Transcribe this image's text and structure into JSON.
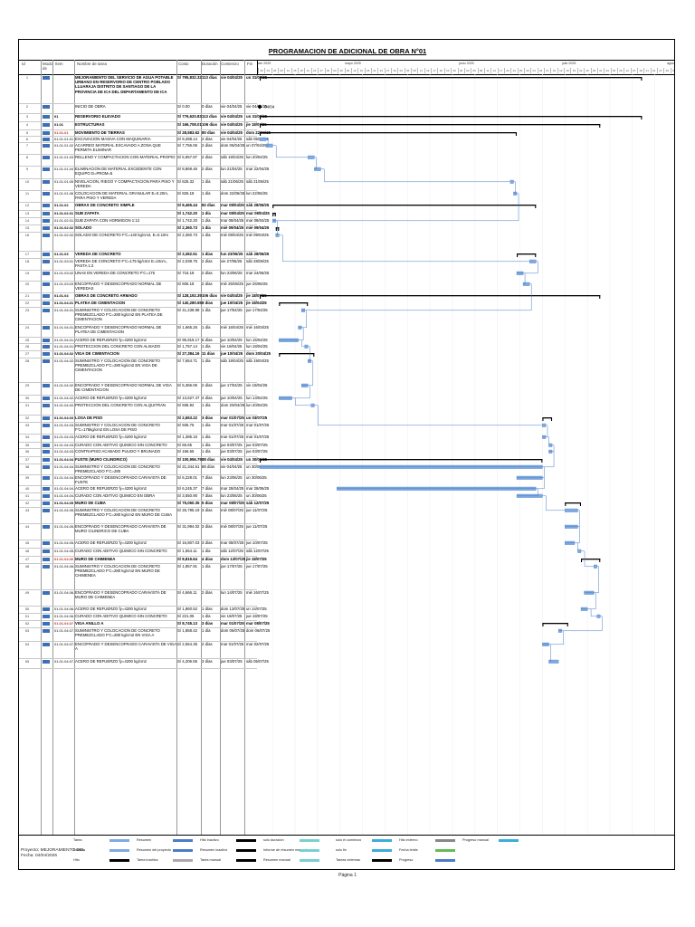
{
  "title": "PROGRAMACION DE ADICIONAL DE OBRA N°01",
  "headers": {
    "id": "Id",
    "modo": "Modo de",
    "edt": "Item",
    "nombre": "Nombre de tarea",
    "costo": "Costo",
    "duracion": "Duración",
    "comienzo": "Comienzo",
    "fin": "Fin"
  },
  "periods": [
    {
      "label": "abr 2025"
    },
    {
      "label": "mayo 2025"
    },
    {
      "label": "junio 2025"
    },
    {
      "label": "julio 2025"
    },
    {
      "label": "agosto"
    }
  ],
  "day_ticks": [
    "30",
    "03",
    "06",
    "09",
    "12",
    "15",
    "18",
    "21",
    "24",
    "27",
    "30",
    "03",
    "06",
    "09",
    "12",
    "15",
    "18",
    "21",
    "24",
    "27",
    "30",
    "02",
    "05",
    "08",
    "11",
    "14",
    "17",
    "20",
    "23",
    "26",
    "29",
    "02",
    "05",
    "08",
    "11",
    "14",
    "17",
    "20",
    "23",
    "26",
    "29",
    "01",
    "04",
    "07",
    "10",
    "13",
    "16",
    "19",
    "22",
    "25",
    "28",
    "31",
    "03",
    "06",
    "09",
    "12",
    "15",
    "18",
    "21",
    "24",
    "27",
    "30",
    "02"
  ],
  "rows": [
    {
      "id": "1",
      "edt": "",
      "name": "MEJORAMIENTO DEL SERVICIO DE AGUA POTABLE URBANO EN RESERVORIO DE CENTRO POBLADO LLUARAJA DISTRITO DE SANTIAGO DE LA PROVINCIA DE ICA DEL DEPARTAMENTO DE ICA",
      "cost": "S/ 795,832.32",
      "dur": "113 días",
      "start": "vie 04/04/25",
      "end": "un 31/07/25",
      "bold": true,
      "h": 32
    },
    {
      "id": "2",
      "edt": "",
      "name": "INICIO DE OBRA",
      "cost": "S/ 0.00",
      "dur": "0 días",
      "start": "vie 04/04/25",
      "end": "vie 04/04/25",
      "bold": false,
      "h": 11
    },
    {
      "id": "3",
      "edt": "01",
      "name": "RESERVORIO ELEVADO",
      "cost": "S/ 776,620.83",
      "dur": "113 días",
      "start": "vie 04/04/25",
      "end": "un 31/07/25",
      "bold": true,
      "h": 9
    },
    {
      "id": "4",
      "edt": "01.01",
      "name": "ESTRUCTURAS",
      "cost": "S/ 166,708.01",
      "dur": "106 días",
      "start": "vie 04/04/25",
      "end": "jie 18/07/25",
      "bold": true,
      "h": 9
    },
    {
      "id": "5",
      "edt": "01.01.01",
      "name": "MOVIMIENTO DE TIERRAS",
      "cost": "S/ 28,583.62",
      "dur": "80 días",
      "start": "vie 04/04/25",
      "end": "dom 22/06/25",
      "bold": true,
      "h": 7
    },
    {
      "id": "6",
      "edt": "01.01.01.01",
      "name": "EXCAVACION MASIVA CON MAQUINARIA",
      "cost": "S/ 9,288.14",
      "dur": "2 días",
      "start": "vie 04/04/25",
      "end": "sáb 05/04/25",
      "bold": false,
      "h": 7
    },
    {
      "id": "7",
      "edt": "01.01.01.02",
      "name": "ACARREO MATERIAL EXCAVADO A ZONA QUE PERMITA ELIMINAR",
      "cost": "S/ 7,756.06",
      "dur": "2 días",
      "start": "dom 06/04/25",
      "end": "un 07/04/25",
      "bold": false,
      "h": 13
    },
    {
      "id": "8",
      "edt": "01.01.01.03",
      "name": "RELLENO Y COMPACTACION CON MATERIAL PROPIO",
      "cost": "S/ 5,957.87",
      "dur": "2 días",
      "start": "sáb 19/04/25",
      "end": "lun 20/04/25",
      "bold": false,
      "h": 13
    },
    {
      "id": "9",
      "edt": "01.01.01.04",
      "name": "ELIMINACION DE MATERIAL EXCEDENTE CON EQUIPO D=PROM=5",
      "cost": "S/ 8,869.46",
      "dur": "2 días",
      "start": "lun 21/04/25",
      "end": "mar 22/04/25",
      "bold": false,
      "h": 14
    },
    {
      "id": "10",
      "edt": "01.01.01.05",
      "name": "NIVELACION, RIEGO Y COMPACTACION PARA PISO Y VEREDA",
      "cost": "S/ 625.32",
      "dur": "1 día",
      "start": "sáb 21/06/25",
      "end": "sáb 21/06/25",
      "bold": false,
      "h": 13
    },
    {
      "id": "11",
      "edt": "01.01.01.06",
      "name": "COLOCACION DE MATERIAL GRANULAR E=0.20m, PARA PISO Y VEREDA",
      "cost": "S/ 826.18",
      "dur": "1 día",
      "start": "dom 22/06/25",
      "end": "lun 22/06/25",
      "bold": false,
      "h": 13
    },
    {
      "id": "12",
      "edt": "01.01.02",
      "name": "OBRAS DE CONCRETO SIMPLE",
      "cost": "S/ 8,465.44",
      "dur": "82 días",
      "start": "mar 08/04/25",
      "end": "sáb 28/06/25",
      "bold": true,
      "h": 9
    },
    {
      "id": "13",
      "edt": "01.01.02.01",
      "name": "SUB ZAPATA",
      "cost": "S/ 1,742.20",
      "dur": "1 día",
      "start": "mar 08/04/25",
      "end": "mar 08/04/25",
      "bold": true,
      "h": 8
    },
    {
      "id": "14",
      "edt": "01.01.02.01.01",
      "name": "SUB ZAPATA CON HORMIGON 1:12",
      "cost": "S/ 1,742.20",
      "dur": "1 día",
      "start": "mar 08/04/25",
      "end": "mar 08/04/25",
      "bold": false,
      "h": 8
    },
    {
      "id": "15",
      "edt": "01.01.02.02",
      "name": "SOLADO",
      "cost": "S/ 2,360.73",
      "dur": "1 día",
      "start": "mié 09/04/25",
      "end": "mié 09/04/25",
      "bold": true,
      "h": 8
    },
    {
      "id": "16",
      "edt": "01.01.02.02.01",
      "name": "SOLADO DE CONCRETO F'C=140 kg/cm2, E=0.10m",
      "cost": "S/ 2,360.73",
      "dur": "1 día",
      "start": "mié 09/04/25",
      "end": "mié 09/04/25",
      "bold": false,
      "h": 21
    },
    {
      "id": "17",
      "edt": "01.01.03",
      "name": "VEREDA DE CONCRETO",
      "cost": "S/ 3,362.51",
      "dur": "1 días",
      "start": "lun 23/06/25",
      "end": "sáb 28/06/25",
      "bold": true,
      "h": 8
    },
    {
      "id": "18",
      "edt": "01.01.03.01",
      "name": "VEREDA DE CONCRETO F'C=175 kg/cm2 E=10cm., PASTA 1:2",
      "cost": "S/ 2,039.75",
      "dur": "2 días",
      "start": "vie 27/06/25",
      "end": "sáb 28/06/25",
      "bold": false,
      "h": 13
    },
    {
      "id": "19",
      "edt": "01.01.03.02",
      "name": "UNAS EN VEREDA DE CONCRETO F'C=175",
      "cost": "S/ 716.18",
      "dur": "2 días",
      "start": "lun 23/06/25",
      "end": "mar 24/06/25",
      "bold": false,
      "h": 12
    },
    {
      "id": "20",
      "edt": "01.01.03.03",
      "name": "ENCOFRADO Y DESENCOFRADO NORMAL DE VEREDAS",
      "cost": "S/ 606.18",
      "dur": "2 días",
      "start": "mié 25/06/25",
      "end": "jue 26/06/25",
      "bold": false,
      "h": 13
    },
    {
      "id": "21",
      "edt": "01.01.04",
      "name": "OBRAS DE CONCRETO ARMADO",
      "cost": "S/ 128,192.39",
      "dur": "106 días",
      "start": "vie 04/04/25",
      "end": "jie 18/07/25",
      "bold": true,
      "h": 8
    },
    {
      "id": "22",
      "edt": "01.01.04.01",
      "name": "PLATEA DE CIMENTACION",
      "cost": "S/ 140,280.55",
      "dur": "8 días",
      "start": "jue 10/04/25",
      "end": "jie 18/04/25",
      "bold": true,
      "h": 8
    },
    {
      "id": "23",
      "edt": "01.01.04.01.01",
      "name": "SUMINISTRO Y COLOCACION DE CONCRETO PREMEZCLADO F'C=280 kg/cm2 EN PLATEA DE CIMENTACION",
      "cost": "S/ 41,238.98",
      "dur": "1 día",
      "start": "jue 17/04/25",
      "end": "jue 17/04/25",
      "bold": false,
      "h": 19
    },
    {
      "id": "24",
      "edt": "01.01.04.01.02",
      "name": "ENCOFRADO Y DESENCOFRADO NORMAL DE PLATEA DE CIMENTACION",
      "cost": "S/ 1,665.26",
      "dur": "1 día",
      "start": "mié 16/04/25",
      "end": "mié 16/04/25",
      "bold": false,
      "h": 14
    },
    {
      "id": "25",
      "edt": "01.01.04.01.03",
      "name": "ACERO DE REFUERZO fy=4200 kg/cm2",
      "cost": "S/ 95,919.17",
      "dur": "6 días",
      "start": "jue 10/04/25",
      "end": "lun 15/04/25",
      "bold": false,
      "h": 7
    },
    {
      "id": "26",
      "edt": "01.01.04.01.04",
      "name": "PROTECCION DEL CONCRETO CON ALISADO",
      "cost": "S/ 1,757.14",
      "dur": "1 día",
      "start": "vie 18/04/25",
      "end": "lun 18/04/25",
      "bold": false,
      "h": 8
    },
    {
      "id": "27",
      "edt": "01.01.04.02",
      "name": "VIGA DE CIMENTACION",
      "cost": "S/ 27,384.16",
      "dur": "11 días",
      "start": "jue 10/04/25",
      "end": "dom 20/04/25",
      "bold": true,
      "h": 8
    },
    {
      "id": "28",
      "edt": "01.01.04.02.01",
      "name": "SUMINISTRO Y COLOCACION DE CONCRETO PREMEZCLADO F'C=280 kg/cm2 EN VIGA DE CIMENTACION",
      "cost": "S/ 7,654.71",
      "dur": "1 día",
      "start": "sáb 19/04/25",
      "end": "sáb 19/04/25",
      "bold": false,
      "h": 27
    },
    {
      "id": "29",
      "edt": "01.01.04.02.02",
      "name": "ENCOFRADO Y DESENCOFRADO NORMAL DE VIGA DE CIMENTACION",
      "cost": "S/ 5,366.06",
      "dur": "2 días",
      "start": "jue 17/04/25",
      "end": "vie 18/04/25",
      "bold": false,
      "h": 14
    },
    {
      "id": "30",
      "edt": "01.01.04.02.03",
      "name": "ACERO DE REFUERZO fy=4200 kg/cm2",
      "cost": "S/ 13,627.47",
      "dur": "4 días",
      "start": "jue 10/04/25",
      "end": "lun 13/04/25",
      "bold": false,
      "h": 8
    },
    {
      "id": "31",
      "edt": "01.01.04.02.04",
      "name": "PROTECCION DEL CONCRETO CON ALQUITRAN",
      "cost": "S/ 935.92",
      "dur": "1 día",
      "start": "dom 20/04/25",
      "end": "lun 20/04/25",
      "bold": false,
      "h": 14
    },
    {
      "id": "32",
      "edt": "01.01.04.03",
      "name": "LOSA DE PISO",
      "cost": "S/ 2,653.22",
      "dur": "3 días",
      "start": "mar 01/07/25",
      "end": "un 03/07/25",
      "bold": true,
      "h": 8
    },
    {
      "id": "33",
      "edt": "01.01.04.03.01",
      "name": "SUMINISTRO Y COLOCACION DE CONCRETO F'C=175kg/cm2 EN LOSA DE PISO",
      "cost": "S/ 935.76",
      "dur": "1 día",
      "start": "mar 01/07/25",
      "end": "mar 01/07/25",
      "bold": false,
      "h": 13
    },
    {
      "id": "34",
      "edt": "01.01.04.03.02",
      "name": "ACERO DE REFUERZO fy=4200 kg/cm2",
      "cost": "S/ 1,385.16",
      "dur": "1 día",
      "start": "mar 01/07/25",
      "end": "mar 01/07/25",
      "bold": false,
      "h": 9
    },
    {
      "id": "35",
      "edt": "01.01.04.03.03",
      "name": "CURADO CON ADITIVO QUIMICO SIN CONCRETO",
      "cost": "S/ 65.65",
      "dur": "1 día",
      "start": "jue 03/07/25",
      "end": "jue 03/07/25",
      "bold": false,
      "h": 7
    },
    {
      "id": "36",
      "edt": "01.01.04.03.04",
      "name": "CONTRAPISO ACABADO PULIDO Y BRUNADO",
      "cost": "S/ 166.65",
      "dur": "1 día",
      "start": "jue 03/07/25",
      "end": "jue 03/07/25",
      "bold": false,
      "h": 9
    },
    {
      "id": "37",
      "edt": "01.01.04.04",
      "name": "FUSTE (MURO CILINDRICO)",
      "cost": "S/ 100,956.79",
      "dur": "88 días",
      "start": "vie 04/04/25",
      "end": "un 30/06/25",
      "bold": true,
      "h": 8
    },
    {
      "id": "38",
      "edt": "01.01.04.04.01",
      "name": "SUMINISTRO Y COLOCACION DE CONCRETO PREMEZCLADO F'C=280",
      "cost": "S/ 21,344.61",
      "dur": "88 días",
      "start": "vie 04/04/25",
      "end": "un 30/06/25",
      "bold": false,
      "h": 12
    },
    {
      "id": "39",
      "edt": "01.01.04.04.02",
      "name": "ENCOFRADO Y DESENCOFRADO CARAVISTA DE FUSTE",
      "cost": "S/ 6,228.01",
      "dur": "7 días",
      "start": "lun 23/06/25",
      "end": "un 30/06/25",
      "bold": false,
      "h": 12
    },
    {
      "id": "40",
      "edt": "01.01.04.04.03",
      "name": "ACERO DE REFUERZO fy=4200 kg/cm2",
      "cost": "S/ 6,245.37",
      "dur": "7 días",
      "start": "mar 28/04/25",
      "end": "mar 28/06/25",
      "bold": false,
      "h": 8
    },
    {
      "id": "41",
      "edt": "01.01.04.04.04",
      "name": "CURADO CON ADITIVO QUIMICO EN OBRA",
      "cost": "S/ 3,550.90",
      "dur": "7 días",
      "start": "lun 23/06/25",
      "end": "un 30/06/25",
      "bold": false,
      "h": 8
    },
    {
      "id": "42",
      "edt": "01.01.04.05",
      "name": "MURO DE CUBA",
      "cost": "S/ 75,060.35",
      "dur": "5 días",
      "start": "mar 08/07/25",
      "end": "sáb 12/07/25",
      "bold": true,
      "h": 8
    },
    {
      "id": "43",
      "edt": "01.01.04.05.01",
      "name": "SUMINISTRO Y COLOCACION DE CONCRETO PREMEZCLADO F'C=280 kg/cm2 EN MURO DE CUBA",
      "cost": "S/ 26,795.19",
      "dur": "3 días",
      "start": "mié 08/07/25",
      "end": "jue 11/07/25",
      "bold": false,
      "h": 18
    },
    {
      "id": "44",
      "edt": "01.01.04.05.02",
      "name": "ENCOFRADO Y DESENCOFRADO CARAVISTA DE MURO CILINDRICO DE CUBA",
      "cost": "S/ 31,994.02",
      "dur": "3 días",
      "start": "mié 08/07/25",
      "end": "jue 11/07/25",
      "bold": false,
      "h": 18
    },
    {
      "id": "45",
      "edt": "01.01.04.05.03",
      "name": "ACERO DE REFUERZO fy=4200 kg/cm2",
      "cost": "S/ 16,807.03",
      "dur": "3 días",
      "start": "mar 08/07/25",
      "end": "jue 10/07/25",
      "bold": false,
      "h": 9
    },
    {
      "id": "46",
      "edt": "01.01.04.05.04",
      "name": "CURADO CON ADITIVO QUIMICO SIN CONCRETO",
      "cost": "S/ 1,554.11",
      "dur": "1 día",
      "start": "sáb 12/07/25",
      "end": "sáb 12/07/25",
      "bold": false,
      "h": 9
    },
    {
      "id": "47",
      "edt": "01.01.04.06",
      "name": "MURO DE CHIMENEA",
      "cost": "S/ 8,815.64",
      "dur": "4 días",
      "start": "dom 13/07/25",
      "end": "jie 18/07/25",
      "bold": true,
      "h": 8
    },
    {
      "id": "48",
      "edt": "01.01.04.06.01",
      "name": "SUMINISTRO Y COLOCACION DE CONCRETO PREMEZCLADO F'C=280 kg/cm2 EN MURO DE CHIMENEA",
      "cost": "S/ 1,857.91",
      "dur": "1 día",
      "start": "jue 17/07/25",
      "end": "jue 17/07/25",
      "bold": false,
      "h": 29
    },
    {
      "id": "49",
      "edt": "01.01.04.06.02",
      "name": "ENCOFRADO Y DESENCOFRADO CARAVISTA DE MURO DE CHIMENEA",
      "cost": "S/ 4,666.11",
      "dur": "2 días",
      "start": "lun 14/07/25",
      "end": "mié 16/07/25",
      "bold": false,
      "h": 18
    },
    {
      "id": "50",
      "edt": "01.01.04.06.03",
      "name": "ACERO DE REFUERZO fy=4200 kg/cm2",
      "cost": "S/ 1,860.52",
      "dur": "1 días",
      "start": "dom 13/07/25",
      "end": "un 14/07/25",
      "bold": false,
      "h": 8
    },
    {
      "id": "51",
      "edt": "01.01.04.06.04",
      "name": "CURADO CON ADITIVO QUIMICO SIN CONCRETO",
      "cost": "S/ 221.05",
      "dur": "1 día",
      "start": "vie 18/07/25",
      "end": "jue 18/07/25",
      "bold": false,
      "h": 8
    },
    {
      "id": "52",
      "edt": "01.01.04.07",
      "name": "VIGA ANILLO A",
      "cost": "S/ 8,745.13",
      "dur": "3 días",
      "start": "mar 01/07/25",
      "end": "mar 08/07/25",
      "bold": true,
      "h": 8
    },
    {
      "id": "53",
      "edt": "01.01.04.07.01",
      "name": "SUMINISTRO Y COLOCACION DE CONCRETO PREMEZCLADO F'C=280 kg/cm2 EN VIGA A",
      "cost": "S/ 1,858.42",
      "dur": "1 día",
      "start": "dom 06/07/25",
      "end": "dom 06/07/25",
      "bold": false,
      "h": 15
    },
    {
      "id": "54",
      "edt": "01.01.04.07.02",
      "name": "ENCOFRADO Y DESENCOFRADO CARAVISTA DE VIGA A",
      "cost": "S/ 2,564.35",
      "dur": "2 días",
      "start": "mar 01/07/25",
      "end": "mar 02/07/25",
      "bold": false,
      "h": 19
    },
    {
      "id": "55",
      "edt": "01.01.04.07.03",
      "name": "ACERO DE REFUERZO fy=4200 kg/cm2",
      "cost": "S/ 4,206.55",
      "dur": "3 días",
      "start": "jue 03/07/25",
      "end": "sáb 05/07/25",
      "bold": false,
      "h": 11
    }
  ],
  "legend": {
    "project_label": "Proyecto: MEJORAMIENTO DEL",
    "date_label": "Fecha: 04/04/2025",
    "items": [
      {
        "label": "Tarea"
      },
      {
        "label": "Resumen"
      },
      {
        "label": "Hito inactivo"
      },
      {
        "label": "solo duración"
      },
      {
        "label": "solo el comienzo"
      },
      {
        "label": "Hito externo"
      },
      {
        "label": "Progreso manual"
      },
      {
        "label": "División"
      },
      {
        "label": "Resumen del proyecto"
      },
      {
        "label": "Resumen inactivo"
      },
      {
        "label": "Informe de resumen manual"
      },
      {
        "label": "solo fin"
      },
      {
        "label": "Fecha límite"
      },
      {
        "label": "Hito"
      },
      {
        "label": "Tarea inactiva"
      },
      {
        "label": "Tarea manual"
      },
      {
        "label": "Resumen manual"
      },
      {
        "label": "Tareas externas"
      },
      {
        "label": "Progreso"
      }
    ]
  },
  "milestone_label": "04/04",
  "footer": "Página 1",
  "colors": {
    "task": "#7faadf",
    "summary": "#000000",
    "link": "#4a7cc7",
    "milestone": "#000000"
  }
}
